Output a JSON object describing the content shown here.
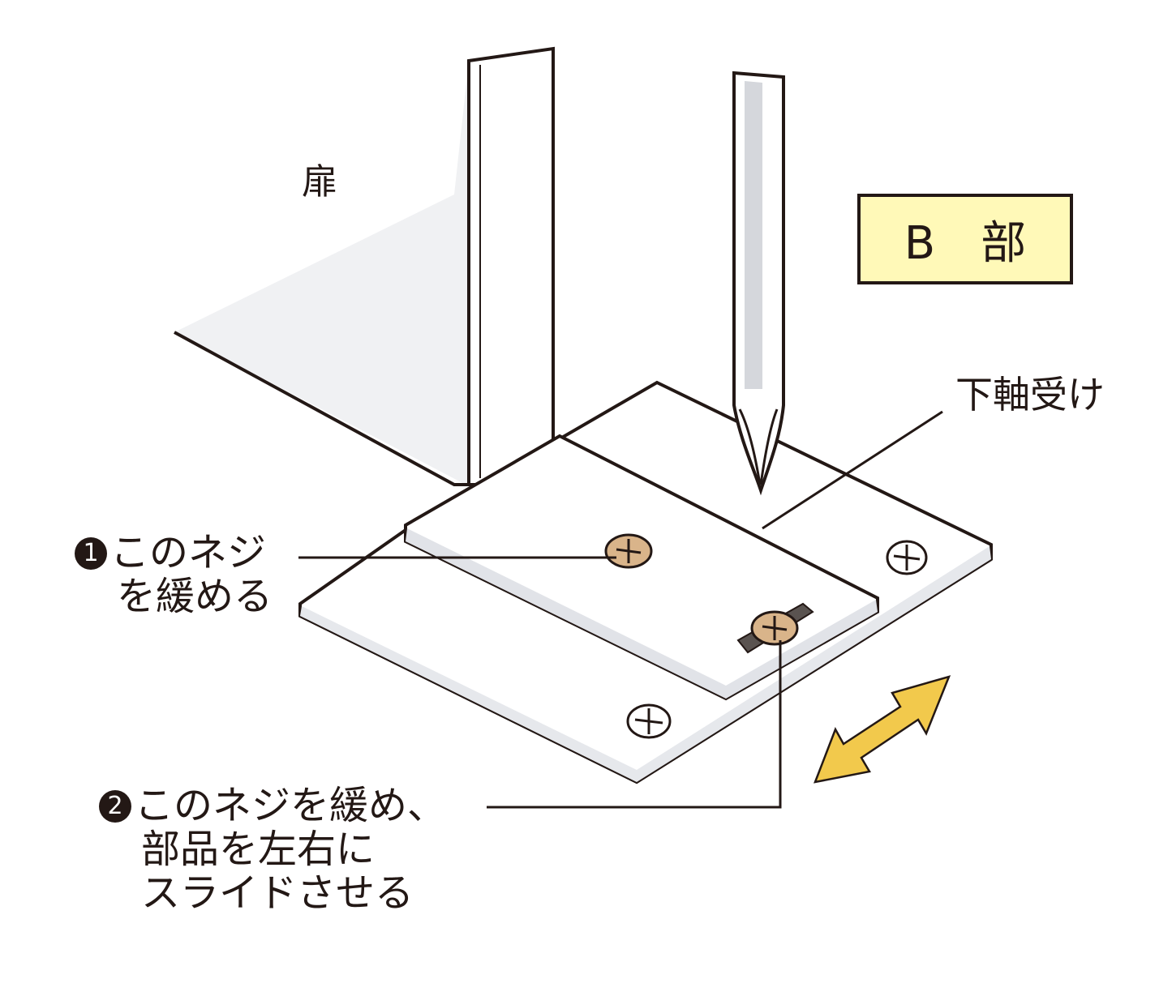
{
  "labels": {
    "door": "扉",
    "section": "B　部",
    "lower_bearing": "下軸受け"
  },
  "steps": [
    {
      "number": "1",
      "lines": [
        "このネジ",
        "を緩める"
      ]
    },
    {
      "number": "2",
      "lines": [
        "このネジを緩め、",
        "部品を左右に",
        "スライドさせる"
      ]
    }
  ],
  "colors": {
    "badge_fill": "#fff9b8",
    "arrow": "#f2c94c",
    "screw": "#d9b48a",
    "ink": "#231815"
  }
}
